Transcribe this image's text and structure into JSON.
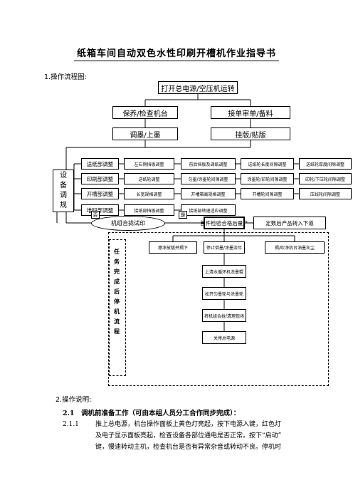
{
  "doc": {
    "title": "纸箱车间自动双色水性印刷开槽机作业指导书",
    "section1": "1.操作流程图:",
    "section2": "2.操作说明:",
    "sub21": "2.1　调机前准备工作（可由本组人员分工合作同步完成）：",
    "step211_num": "2.1.1",
    "step211_l1": "推上总电源，机台操作面板上黄色灯亮起，按下电源入键，红色灯",
    "step211_l2": "及电子显示面板亮起，检查设备各部位通电是否正常。按下“启动”",
    "step211_l3": "键，慢速转动主机，检查机台是否有异常杂音或转动不良。停机时"
  },
  "flow": {
    "start": "打开总电源/空压机运转",
    "maint": "保养/检查机台",
    "order": "接单审单/备料",
    "ink": "调墨/上墨",
    "plate": "挂版/贴版",
    "side": "设备调规",
    "rows": [
      {
        "label": "送纸部调整",
        "items": [
          "左右侧挡板调整",
          "前后挡板及调纸调整",
          "送纸轮长度间隙调整",
          "送纸轮厚度间隙调整"
        ]
      },
      {
        "label": "印刷部调整",
        "items": [
          "送纸轮调整",
          "匀墨/涂墨轮间隙调整",
          "涂墨轮/印轮间隙调整",
          "印轮/下压轮间隙调整"
        ]
      },
      {
        "label": "开槽部调整",
        "items": [
          "长宽规格调整",
          "开槽箱高规格调整",
          "开槽轮间隙调整",
          "压线轮间隙调整"
        ]
      },
      {
        "label": "堆码部调整",
        "items": [
          "接纸部挡板调整",
          "接纸部转速适应调整"
        ]
      }
    ],
    "trial": "机组合拢试印",
    "no": "否",
    "yes": "是",
    "first_ok": "首件检验合格后量产",
    "qc": "定数后产品转入下道",
    "vertical": "任务完成后停机流程",
    "clean_a": "擦净放版并揭下",
    "clean_b": "停止供墨/涂墨流尽",
    "clean_c": "揭/吹净机台油墨灰尘",
    "steps": [
      "上清水循环机洗墨辊",
      "松开匀墨轮与涂墨轮",
      "将机组合拢/清理现场",
      "关停总电源"
    ]
  }
}
